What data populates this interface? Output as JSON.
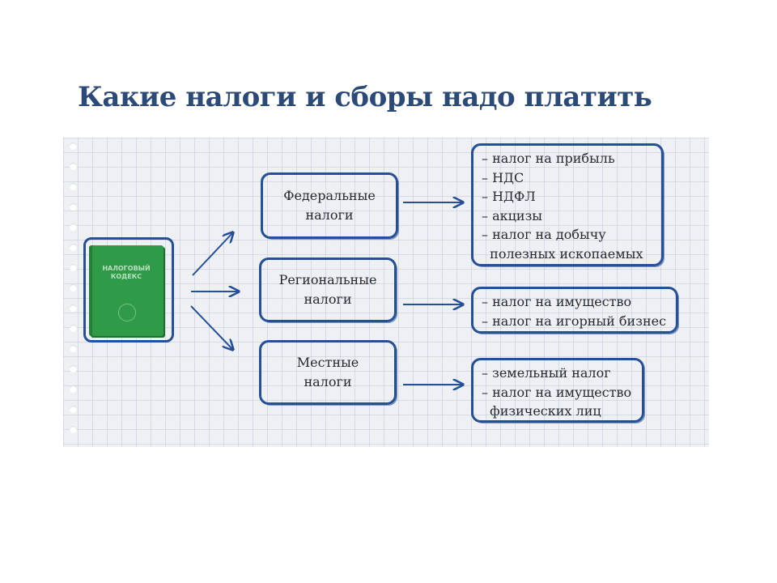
{
  "title": "Какие налоги и сборы надо платить",
  "book": {
    "label_lines": [
      "НАЛОГОВЫЙ",
      "КОДЕКС"
    ]
  },
  "categories": [
    {
      "label_lines": [
        "Федеральные",
        "налоги"
      ],
      "items": [
        "– налог на прибыль",
        "– НДС",
        "– НДФЛ",
        "– акцизы",
        "– налог на добычу",
        "  полезных ископаемых"
      ]
    },
    {
      "label_lines": [
        "Региональные",
        "налоги"
      ],
      "items": [
        "– налог на имущество",
        "– налог на игорный бизнес"
      ]
    },
    {
      "label_lines": [
        "Местные",
        "налоги"
      ],
      "items": [
        "– земельный налог",
        "– налог на имущество",
        "  физических лиц"
      ]
    }
  ],
  "colors": {
    "title": "#2c4a78",
    "border": "#254f96",
    "book": "#2f9a47",
    "paper": "#eef0f4"
  }
}
